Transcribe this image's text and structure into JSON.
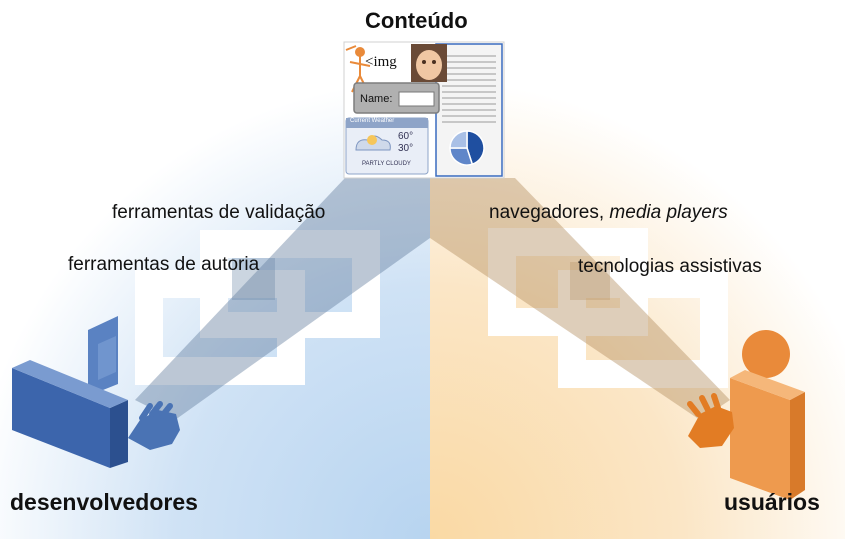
{
  "title": "Conteúdo",
  "left_tools": {
    "validation": "ferramentas de validação",
    "authoring": "ferramentas de autoria"
  },
  "right_tools": {
    "browsers_prefix": "navegadores, ",
    "browsers_italic": "media players",
    "assistive": "tecnologias assistivas"
  },
  "actors": {
    "developers": "desenvolvedores",
    "users": "usuários"
  },
  "content_card": {
    "img_tag": "<img",
    "name_label": "Name:",
    "weather_title": "Current Weather",
    "weather_high": "60°",
    "weather_low": "30°",
    "weather_condition": "PARTLY CLOUDY",
    "chart_slices": [
      45,
      30,
      25
    ]
  },
  "colors": {
    "developer_blue": "#4a73b4",
    "user_orange": "#e98a3a",
    "left_bg": "#b9d6f0",
    "right_bg": "#fbdaa6"
  }
}
